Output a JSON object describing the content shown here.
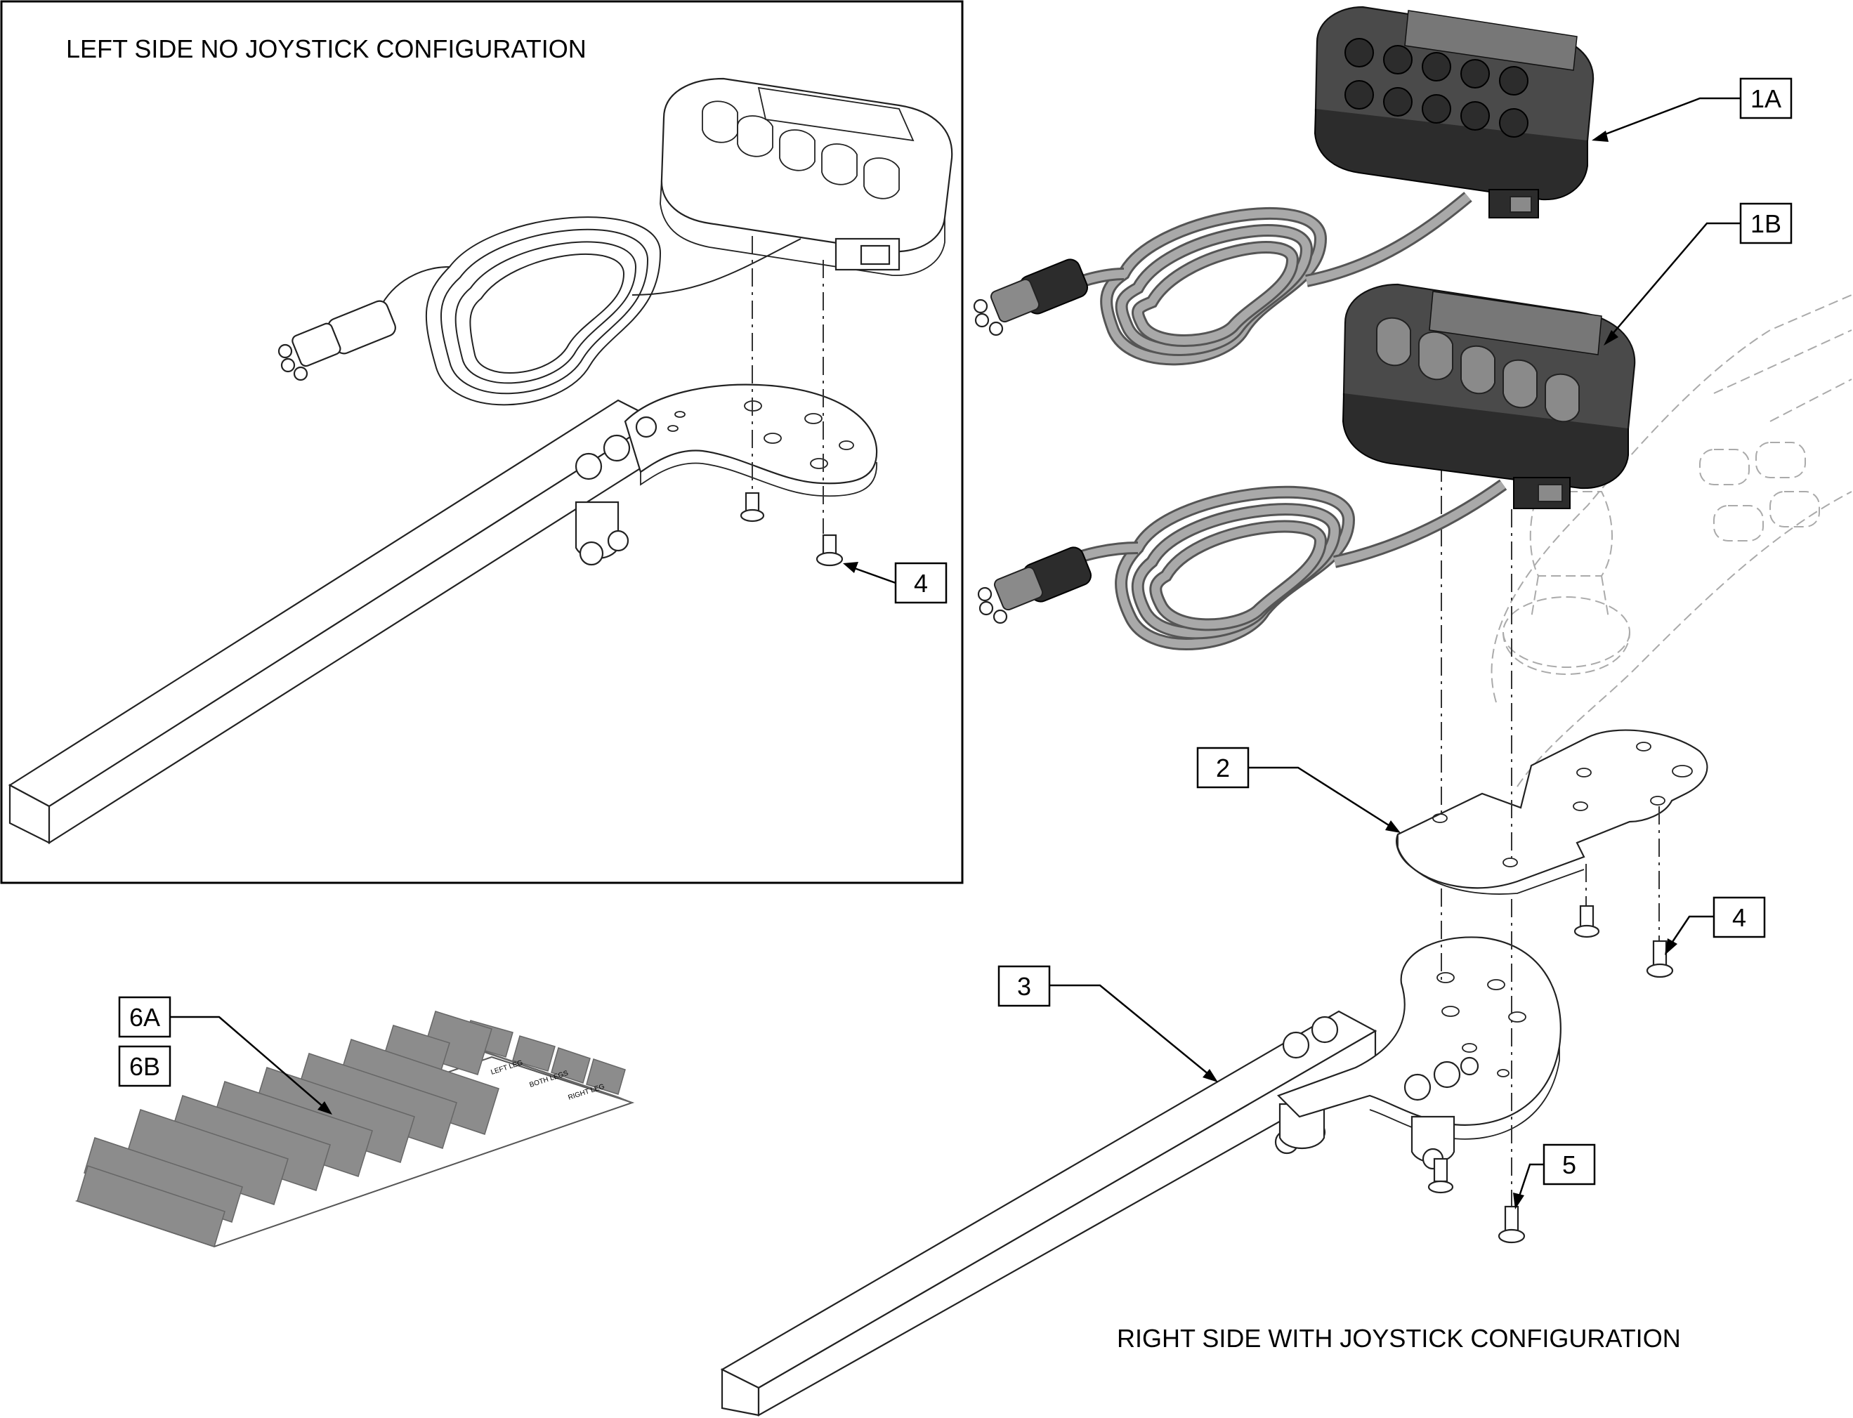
{
  "captions": {
    "left": "LEFT SIDE NO JOYSTICK CONFIGURATION",
    "right": "RIGHT SIDE WITH JOYSTICK CONFIGURATION"
  },
  "callouts": {
    "c1a": "1A",
    "c1b": "1B",
    "c2": "2",
    "c3": "3",
    "c4_left": "4",
    "c4_right": "4",
    "c5": "5",
    "c6a": "6A",
    "c6b": "6B"
  },
  "decal": {
    "row_labels": [
      "LEFT LEG",
      "BOTH LEGS",
      "RIGHT LEG"
    ]
  }
}
